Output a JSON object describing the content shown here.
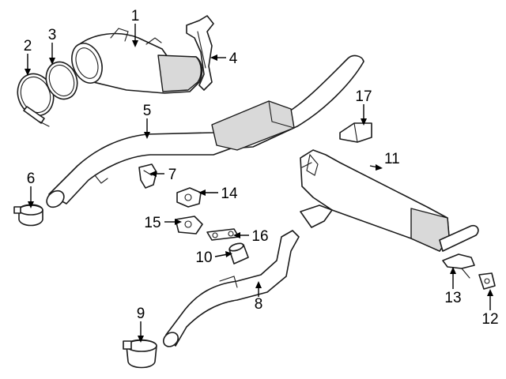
{
  "diagram": {
    "callouts": [
      {
        "id": "c1",
        "text": "1"
      },
      {
        "id": "c2",
        "text": "2"
      },
      {
        "id": "c3",
        "text": "3"
      },
      {
        "id": "c4",
        "text": "4"
      },
      {
        "id": "c5",
        "text": "5"
      },
      {
        "id": "c6",
        "text": "6"
      },
      {
        "id": "c7",
        "text": "7"
      },
      {
        "id": "c8",
        "text": "8"
      },
      {
        "id": "c9",
        "text": "9"
      },
      {
        "id": "c10",
        "text": "10"
      },
      {
        "id": "c11",
        "text": "11"
      },
      {
        "id": "c12",
        "text": "12"
      },
      {
        "id": "c13",
        "text": "13"
      },
      {
        "id": "c14",
        "text": "14"
      },
      {
        "id": "c15",
        "text": "15"
      },
      {
        "id": "c16",
        "text": "16"
      },
      {
        "id": "c17",
        "text": "17"
      }
    ]
  }
}
